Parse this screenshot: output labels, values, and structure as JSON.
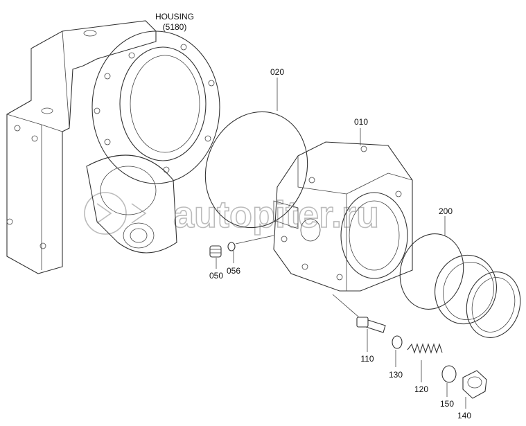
{
  "diagram": {
    "housing": {
      "name": "HOUSING",
      "code": "(5180)"
    },
    "labels": {
      "p020": "020",
      "p010": "010",
      "p200": "200",
      "p050": "050",
      "p056": "056",
      "p110": "110",
      "p130": "130",
      "p120": "120",
      "p150": "150",
      "p140": "140"
    },
    "watermark": "autopiter.ru"
  }
}
